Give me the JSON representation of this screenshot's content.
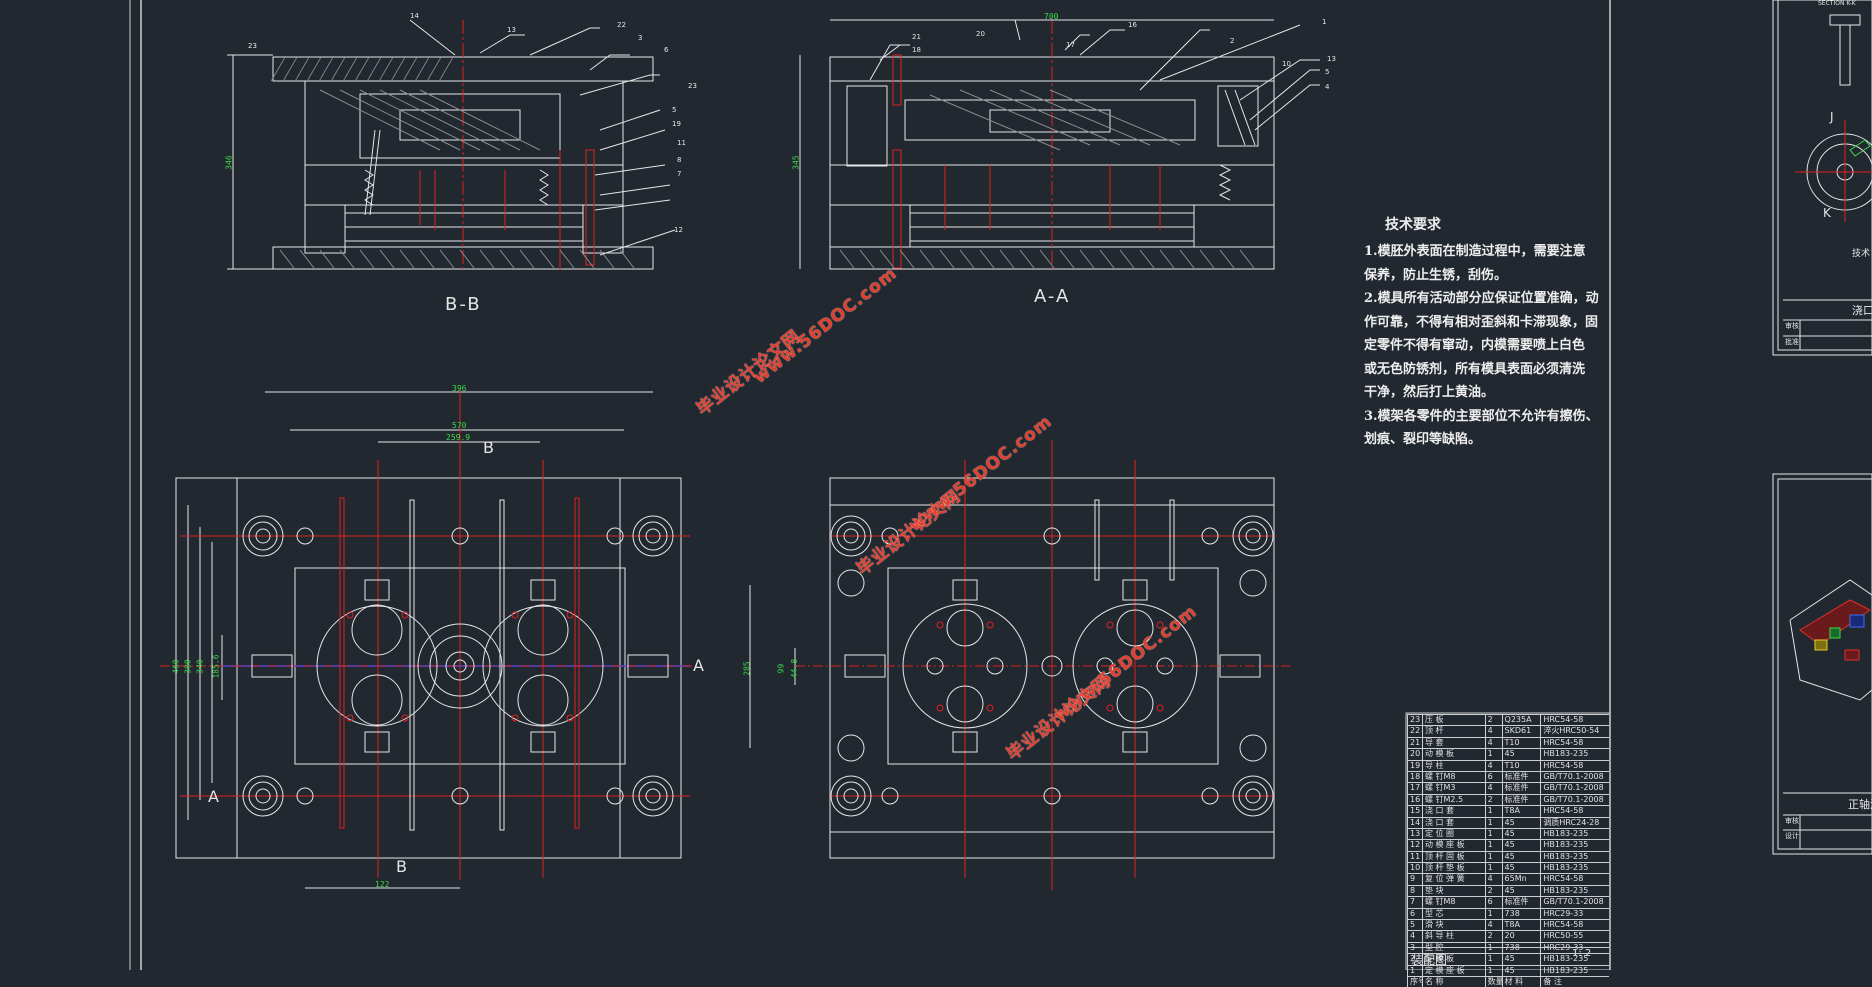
{
  "views": {
    "bb_label": "B-B",
    "aa_label": "A-A",
    "section_b_top": "B",
    "section_b_bottom": "B",
    "section_a_right": "A",
    "section_a_left": "A",
    "right_k": "K",
    "right_j": "J"
  },
  "dimensions": {
    "bb_height": "346",
    "aa_width": "700",
    "aa_height": "345",
    "top_width_1": "396",
    "top_width_2": "570",
    "top_width_3": "259.9",
    "left_h1": "460",
    "left_h2": "380",
    "left_h3": "340",
    "left_h4": "185.6",
    "bottom_w": "122",
    "pr_h1": "285",
    "pr_h2": "99",
    "pr_h3": "44.8"
  },
  "callouts": {
    "bb": [
      "14",
      "13",
      "22",
      "23",
      "3",
      "6",
      "23",
      "5",
      "19",
      "11",
      "8",
      "7",
      "12"
    ],
    "aa": [
      "21",
      "18",
      "20",
      "17",
      "16",
      "1",
      "2",
      "13",
      "10",
      "5",
      "4"
    ]
  },
  "tech_requirements": {
    "title": "技术要求",
    "lines": [
      "1.模胚外表面在制造过程中，需要注意",
      "保养，防止生锈，刮伤。",
      "2.模具所有活动部分应保证位置准确，动",
      "作可靠，不得有相对歪斜和卡滞现象，固",
      "定零件不得有窜动，内模需要喷上白色",
      "或无色防锈剂，所有模具表面必须清洗",
      "干净，然后打上黄油。",
      "3.模架各零件的主要部位不允许有擦伤、",
      "划痕、裂印等缺陷。"
    ]
  },
  "watermarks": [
    {
      "line1": "毕业设计论文网",
      "line2": "www.56DOC.com"
    },
    {
      "line1": "毕业设计论文网",
      "line2": "www.56DOC.com"
    },
    {
      "line1": "毕业设计论文网",
      "line2": "www.56DOC.com"
    }
  ],
  "bom_rows": [
    [
      "23",
      "压 板",
      "2",
      "Q235A",
      "HRC54-58"
    ],
    [
      "22",
      "顶 杆",
      "4",
      "SKD61",
      "淬火HRC50-54"
    ],
    [
      "21",
      "导 套",
      "4",
      "T10",
      "HRC54-58"
    ],
    [
      "20",
      "动 模 板",
      "1",
      "45",
      "HB183-235"
    ],
    [
      "19",
      "导 柱",
      "4",
      "T10",
      "HRC54-58"
    ],
    [
      "18",
      "螺 钉M8",
      "6",
      "标准件",
      "GB/T70.1-2008"
    ],
    [
      "17",
      "螺 钉M3",
      "4",
      "标准件",
      "GB/T70.1-2008"
    ],
    [
      "16",
      "螺 钉M2.5",
      "2",
      "标准件",
      "GB/T70.1-2008"
    ],
    [
      "15",
      "浇 口 套",
      "1",
      "T8A",
      "HRC54-58"
    ],
    [
      "14",
      "浇 口 套",
      "1",
      "45",
      "调质HRC24-28"
    ],
    [
      "13",
      "定 位 圈",
      "1",
      "45",
      "HB183-235"
    ],
    [
      "12",
      "动 模 座 板",
      "1",
      "45",
      "HB183-235"
    ],
    [
      "11",
      "顶 杆 固 板",
      "1",
      "45",
      "HB183-235"
    ],
    [
      "10",
      "顶 杆 垫 板",
      "1",
      "45",
      "HB183-235"
    ],
    [
      "9",
      "复 位 弹 簧",
      "4",
      "65Mn",
      "HRC54-58"
    ],
    [
      "8",
      "垫 块",
      "2",
      "45",
      "HB183-235"
    ],
    [
      "7",
      "螺 钉M8",
      "6",
      "标准件",
      "GB/T70.1-2008"
    ],
    [
      "6",
      "型 芯",
      "1",
      "738",
      "HRC29-33"
    ],
    [
      "5",
      "滑 块",
      "4",
      "T8A",
      "HRC54-58"
    ],
    [
      "4",
      "斜 导 柱",
      "2",
      "20",
      "HRC50-55"
    ],
    [
      "3",
      "型 腔",
      "1",
      "738",
      "HRC29-33"
    ],
    [
      "2",
      "定 模 板",
      "1",
      "45",
      "HB183-235"
    ],
    [
      "1",
      "定 模 座 板",
      "1",
      "45",
      "HB183-235"
    ]
  ],
  "bom_header": [
    "序号",
    "名 称",
    "数量",
    "材 料",
    "备 注"
  ],
  "title_block": {
    "name": "装配图",
    "scale": "1: 2"
  },
  "right_panel": {
    "top_text": "SECTION K-K",
    "mid_title": "浇口",
    "bottom_title": "正轴测",
    "tech_snip": "技术",
    "rows": [
      "审核",
      "批准",
      "设计"
    ]
  },
  "colors": {
    "background": "#212830",
    "line": "#e6e6e6",
    "center": "#e02020",
    "dimension": "#3cd84a",
    "blue": "#3a4cf0",
    "watermark": "#e04030"
  }
}
